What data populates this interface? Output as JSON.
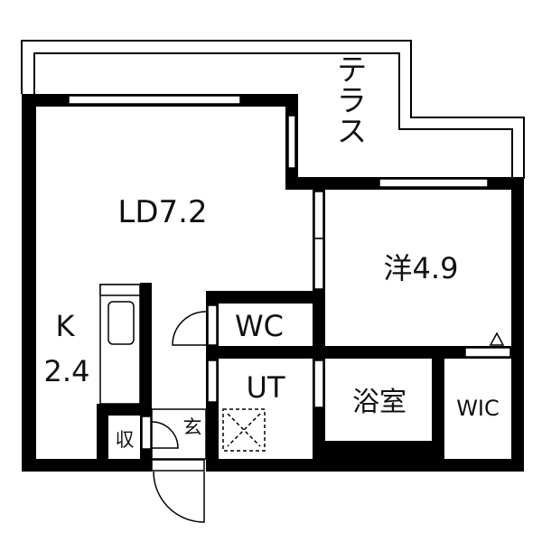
{
  "floor_plan": {
    "wall_color": "#000000",
    "background": "#ffffff",
    "rooms": {
      "terrace": "テラス",
      "living_dining": "LD7.2",
      "western_room": "洋4.9",
      "toilet": "WC",
      "kitchen_label": "K",
      "kitchen_size": "2.4",
      "utility": "UT",
      "bathroom": "浴室",
      "walk_in_closet": "WIC",
      "storage": "収",
      "entrance": "玄"
    }
  }
}
